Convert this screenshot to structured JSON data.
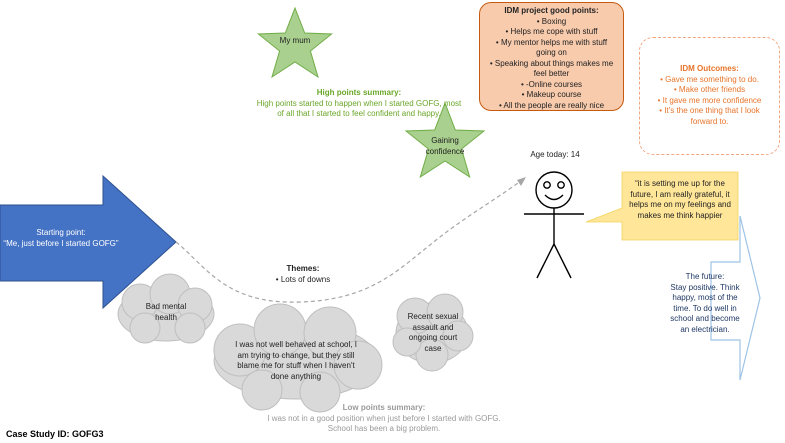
{
  "stars": {
    "my_mum": "My mum",
    "gaining_confidence": "Gaining confidence"
  },
  "high_points": {
    "title": "High points summary:",
    "body": "High points started to happen when I started GOFG, most of all that I started to feel confident and happy."
  },
  "good_points": {
    "title": "IDM project good points:",
    "items": [
      "Boxing",
      "Helps me cope with stuff",
      "My mentor helps me with stuff going on",
      "Speaking about things makes me feel better",
      "-Online courses",
      "Makeup course",
      "All the people are really nice"
    ]
  },
  "outcomes": {
    "title": "IDM Outcomes:",
    "items": [
      "Gave me something to do.",
      "Make other friends",
      "It gave me more confidence",
      "It's the one thing that I look forward to."
    ]
  },
  "age_label": "Age today: 14",
  "quote": "“it is setting me up for the future, I am really grateful, it helps me on my feelings and makes me think happier",
  "starting_point": {
    "title": "Starting point:",
    "body": "“Me, just before I started GOFG”"
  },
  "themes": {
    "title": "Themes:",
    "items": [
      "Lots of downs"
    ]
  },
  "clouds": {
    "mental_health": "Bad mental health",
    "school": "I was not well behaved at school, I am trying to change, but they still blame me for stuff when I haven't done anything",
    "assault": "Recent sexual assault and ongoing court case"
  },
  "future": {
    "title": "The future:",
    "body": "Stay positive. Think happy, most of the time. To do well in school and become an electrician."
  },
  "low_points": {
    "title": "Low points summary:",
    "body": "I was not in a good position when just before I started with GOFG. School has been a big problem."
  },
  "case_id": "Case Study ID: GOFG3",
  "colors": {
    "arrow_blue": "#4472c4",
    "star_green": "#a9d08e",
    "orange_box": "#f8cbad",
    "quote_yellow": "#ffe699",
    "cloud_gray": "#d9d9d9",
    "future_blue": "#9dc3e6",
    "green_text": "#6aa629",
    "orange_text": "#e8742a"
  }
}
